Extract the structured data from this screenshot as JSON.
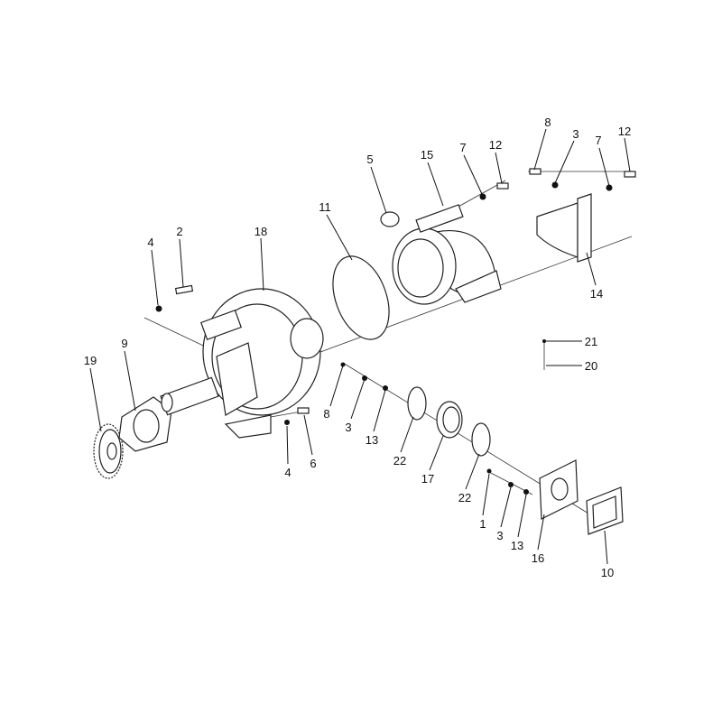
{
  "diagram": {
    "type": "exploded parts diagram",
    "callouts": [
      "8",
      "3",
      "7",
      "12",
      "7",
      "12",
      "15",
      "5",
      "11",
      "18",
      "4",
      "2",
      "9",
      "19",
      "21",
      "20",
      "14",
      "8",
      "3",
      "13",
      "22",
      "17",
      "22",
      "4",
      "6",
      "1",
      "3",
      "13",
      "16",
      "10"
    ]
  }
}
